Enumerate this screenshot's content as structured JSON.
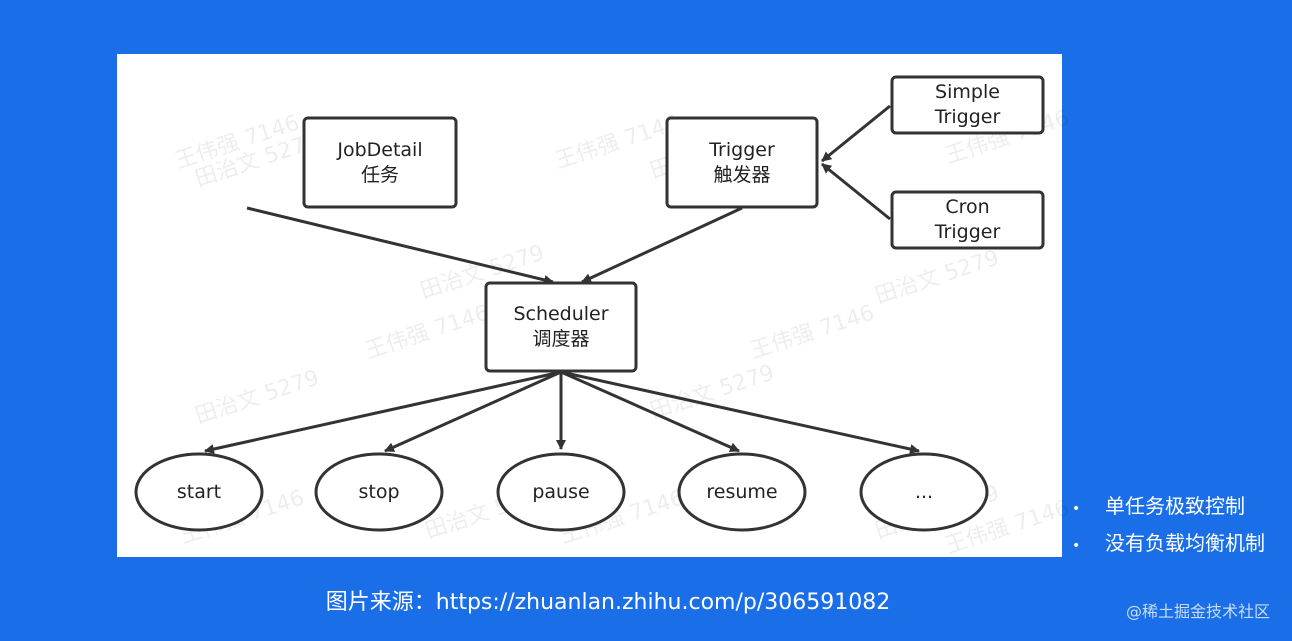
{
  "diagram": {
    "nodes": {
      "jobdetail": {
        "line1": "JobDetail",
        "line2": "任务"
      },
      "trigger": {
        "line1": "Trigger",
        "line2": "触发器"
      },
      "simple_trigger": {
        "line1": "Simple",
        "line2": "Trigger"
      },
      "cron_trigger": {
        "line1": "Cron",
        "line2": "Trigger"
      },
      "scheduler": {
        "line1": "Scheduler",
        "line2": "调度器"
      },
      "start": {
        "label": "start"
      },
      "stop": {
        "label": "stop"
      },
      "pause": {
        "label": "pause"
      },
      "resume": {
        "label": "resume"
      },
      "more": {
        "label": "..."
      }
    },
    "watermarks": [
      "王伟强 7146",
      "田治文 5279"
    ]
  },
  "bullets": [
    "单任务极致控制",
    "没有负载均衡机制"
  ],
  "caption": "图片来源：https://zhuanlan.zhihu.com/p/306591082",
  "brand": "@稀土掘金技术社区",
  "colors": {
    "background": "#1a6fe8",
    "panel": "#ffffff",
    "stroke": "#333333"
  }
}
